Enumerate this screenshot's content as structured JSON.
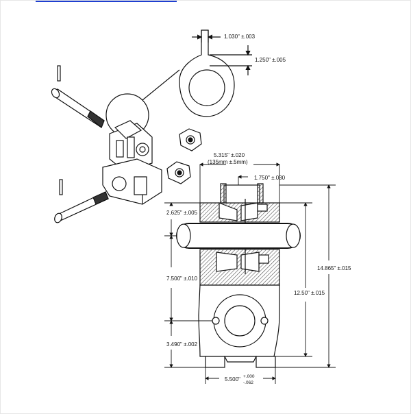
{
  "colors": {
    "accent_bar": "#1f3fd0",
    "line": "#111111",
    "hatch": "#555555"
  },
  "dimensions": {
    "slot_width": "1.030\" ±.003",
    "slot_depth": "1.250\" ±.005",
    "overall_width": "5.315\" ±.020",
    "overall_width_metric": "(135mm ±.5mm)",
    "center_offset": "1.750\" ±.030",
    "top_to_bar": "2.625\" ±.005",
    "bar_to_hole": "7.500\" ±.010",
    "hole_to_base": "3.490\" ±.002",
    "overall_height": "14.865\" ±.015",
    "mid_height": "12.50\" ±.015",
    "base_width_value": "5.500\"",
    "base_width_tol_plus": "+.000",
    "base_width_tol_minus": "-.062"
  }
}
